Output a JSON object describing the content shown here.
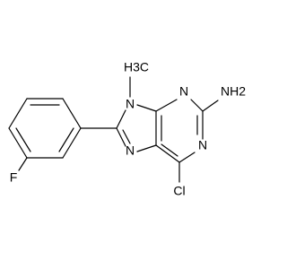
{
  "molecule": {
    "atoms": {
      "n9": "N",
      "n3": "N",
      "n1": "N",
      "n7": "N",
      "methyl": "H3C",
      "amine": "NH2",
      "fluorine": "F",
      "chlorine": "Cl"
    }
  }
}
